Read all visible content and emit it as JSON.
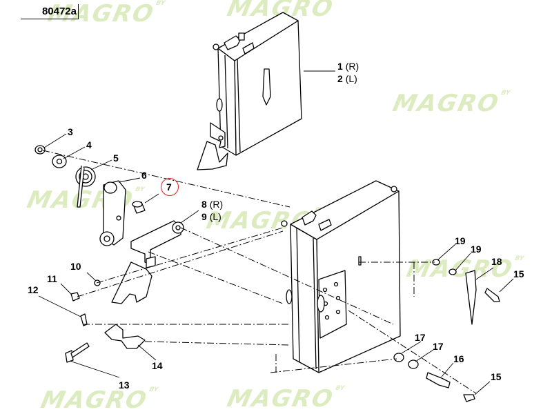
{
  "diagram_code": "80472a",
  "watermark": {
    "brand": "MAGRO",
    "suffix": "BY"
  },
  "highlighted_part": "7",
  "callouts": [
    {
      "id": "c1",
      "number": "1",
      "side": "R"
    },
    {
      "id": "c2",
      "number": "2",
      "side": "L"
    },
    {
      "id": "c3",
      "number": "3"
    },
    {
      "id": "c4",
      "number": "4"
    },
    {
      "id": "c5",
      "number": "5"
    },
    {
      "id": "c6",
      "number": "6"
    },
    {
      "id": "c7",
      "number": "7"
    },
    {
      "id": "c8",
      "number": "8",
      "side": "R"
    },
    {
      "id": "c9",
      "number": "9",
      "side": "L"
    },
    {
      "id": "c10",
      "number": "10"
    },
    {
      "id": "c11",
      "number": "11"
    },
    {
      "id": "c12",
      "number": "12"
    },
    {
      "id": "c13",
      "number": "13"
    },
    {
      "id": "c14",
      "number": "14"
    },
    {
      "id": "c15a",
      "number": "15"
    },
    {
      "id": "c15b",
      "number": "15"
    },
    {
      "id": "c16",
      "number": "16"
    },
    {
      "id": "c17a",
      "number": "17"
    },
    {
      "id": "c17b",
      "number": "17"
    },
    {
      "id": "c18",
      "number": "18"
    },
    {
      "id": "c19a",
      "number": "19"
    },
    {
      "id": "c19b",
      "number": "19"
    }
  ]
}
